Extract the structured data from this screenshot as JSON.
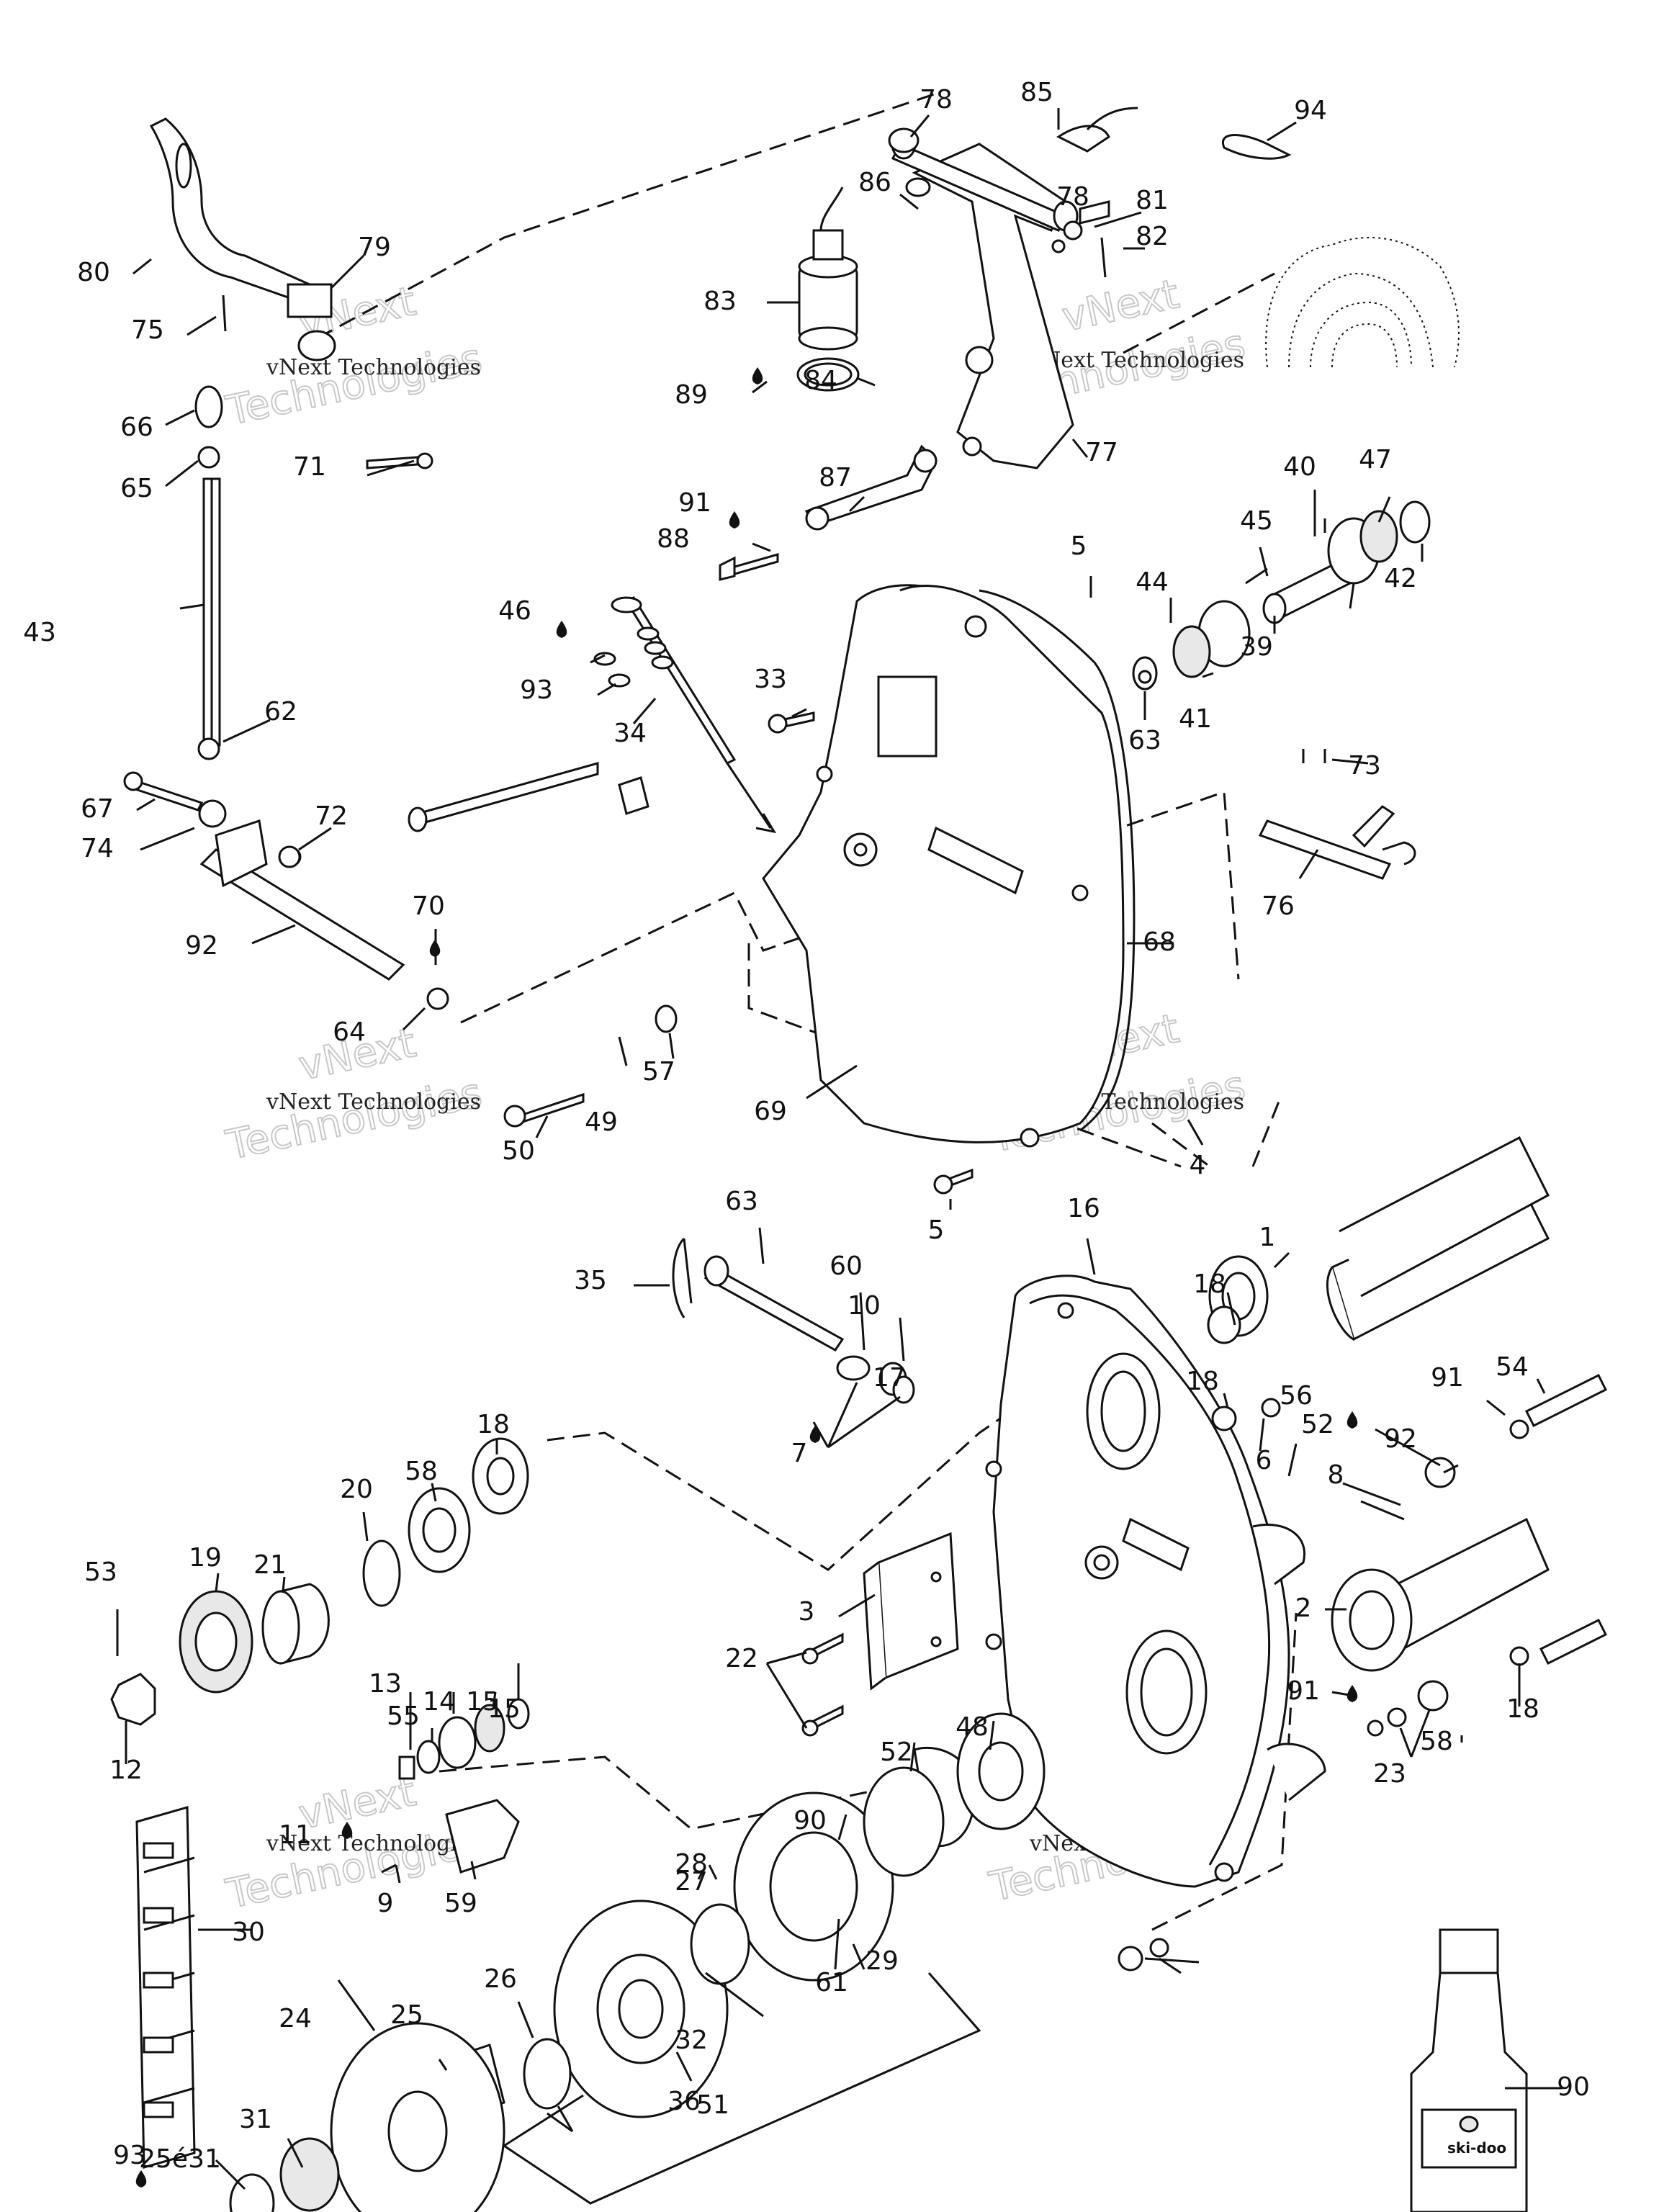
{
  "watermark": {
    "brand": "vNext Technologies",
    "ghost_line1": "vNext",
    "ghost_line2": "Technologies"
  },
  "callouts": [
    "78",
    "85",
    "94",
    "86",
    "78",
    "81",
    "82",
    "80",
    "79",
    "75",
    "83",
    "89",
    "84",
    "66",
    "65",
    "71",
    "77",
    "87",
    "91",
    "88",
    "40",
    "47",
    "45",
    "5",
    "44",
    "42",
    "39",
    "46",
    "93",
    "33",
    "63",
    "41",
    "43",
    "34",
    "62",
    "73",
    "67",
    "74",
    "72",
    "76",
    "70",
    "92",
    "68",
    "64",
    "57",
    "49",
    "50",
    "69",
    "4",
    "5",
    "63",
    "16",
    "1",
    "35",
    "60",
    "18",
    "10",
    "17",
    "54",
    "18",
    "56",
    "91",
    "52",
    "92",
    "7",
    "18",
    "6",
    "58",
    "8",
    "20",
    "19",
    "21",
    "53",
    "2",
    "3",
    "22",
    "91",
    "18",
    "12",
    "13",
    "14",
    "15",
    "15",
    "55",
    "48",
    "52",
    "58",
    "23",
    "90",
    "28",
    "27",
    "11",
    "9",
    "59",
    "30",
    "29",
    "61",
    "26",
    "32",
    "24",
    "25",
    "51",
    "36",
    "90",
    "31",
    "25é31",
    "93"
  ],
  "bottle": {
    "brand": "ski-doo"
  }
}
